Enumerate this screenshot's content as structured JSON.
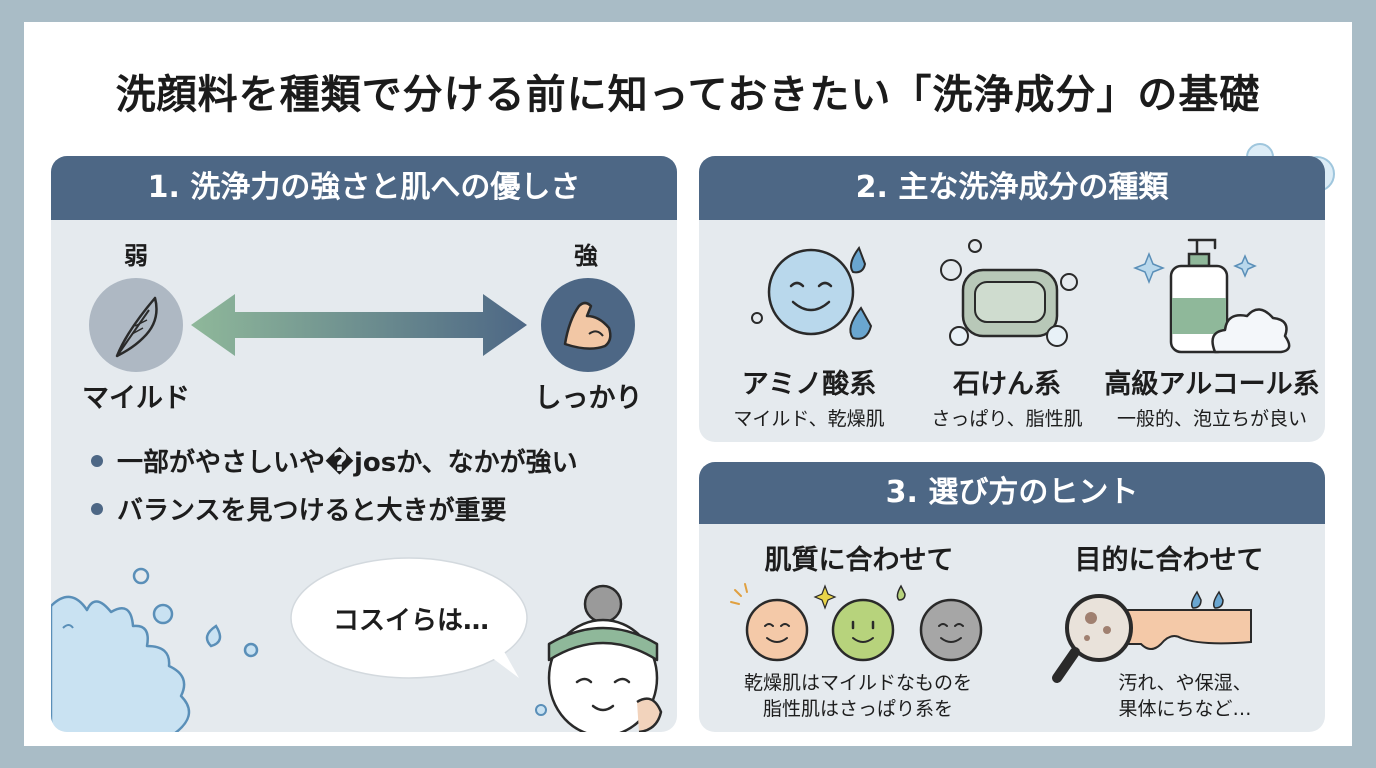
{
  "title": "洗顔料を種類で分ける前に知っておきたい「洗浄成分」の基礎",
  "section1": {
    "heading": "1. 洗浄力の強さと肌への優しさ",
    "weak_label": "弱",
    "strong_label": "強",
    "mild_label": "マイルド",
    "strong_desc": "しっかり",
    "bullets": [
      "一部がやさしいや�josか、なかが強い",
      "バランスを見つけると大きが重要"
    ],
    "speech": "コスイらは…"
  },
  "section2": {
    "heading": "2. 主な洗浄成分の種類",
    "items": [
      {
        "name": "アミノ酸系",
        "desc": "マイルド、乾燥肌",
        "icon": "smiley-drop-icon"
      },
      {
        "name": "石けん系",
        "desc": "さっぱり、脂性肌",
        "icon": "soap-bar-icon"
      },
      {
        "name": "高級アルコール系",
        "desc": "一般的、泡立ちが良い",
        "icon": "pump-bottle-icon"
      }
    ]
  },
  "section3": {
    "heading": "3. 選び方のヒント",
    "left_title": "肌質に合わせて",
    "left_desc_1": "乾燥肌はマイルドなものを",
    "left_desc_2": "脂性肌はさっぱり系を",
    "right_title": "目的に合わせて",
    "right_desc_1": "汚れ、や保湿、",
    "right_desc_2": "果体にちなど…"
  },
  "colors": {
    "header": "#4d6785",
    "panel": "#e5eaee",
    "accent_green": "#8fb89a",
    "frame": "#a9bcc6"
  }
}
